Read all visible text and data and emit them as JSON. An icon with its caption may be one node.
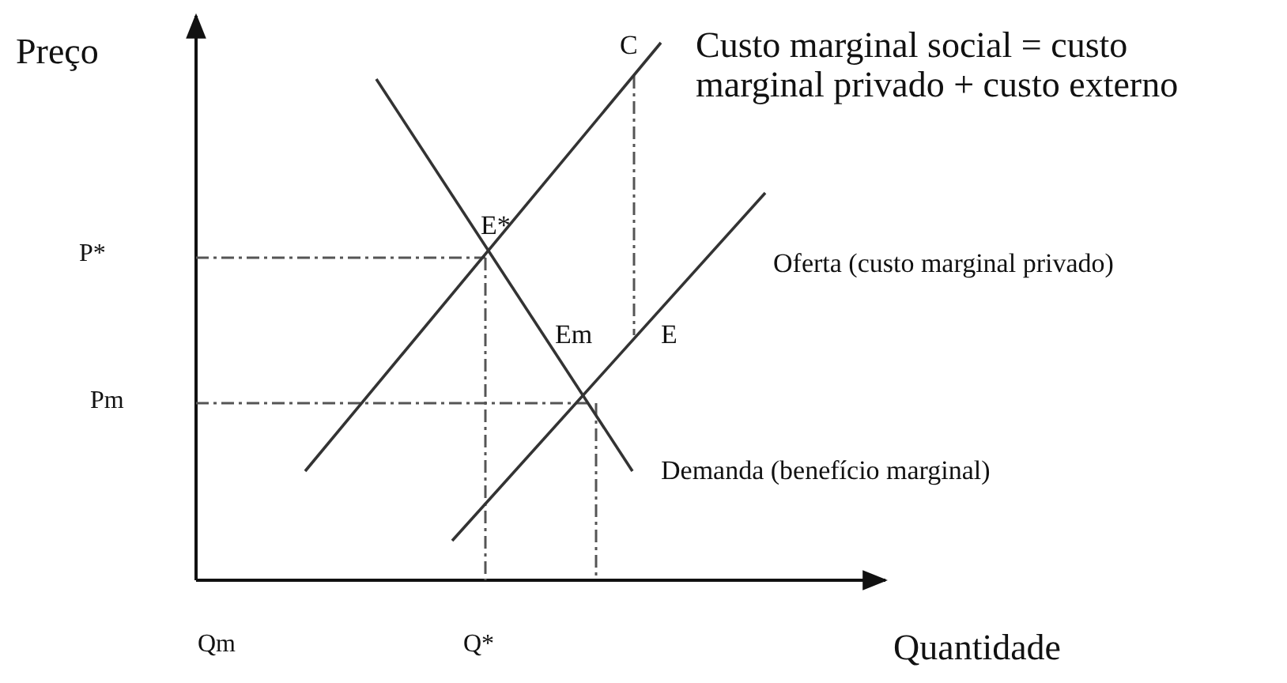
{
  "diagram": {
    "labels": [
      "Preço",
      "C",
      "Custo marginal social = custo marginal privado + custo externo",
      "E*",
      "P*",
      "Oferta (custo marginal privado)",
      "Em",
      "E",
      "Pm",
      "Demanda (benefício marginal)",
      "Qm",
      "Q*",
      "Quantidade"
    ]
  }
}
